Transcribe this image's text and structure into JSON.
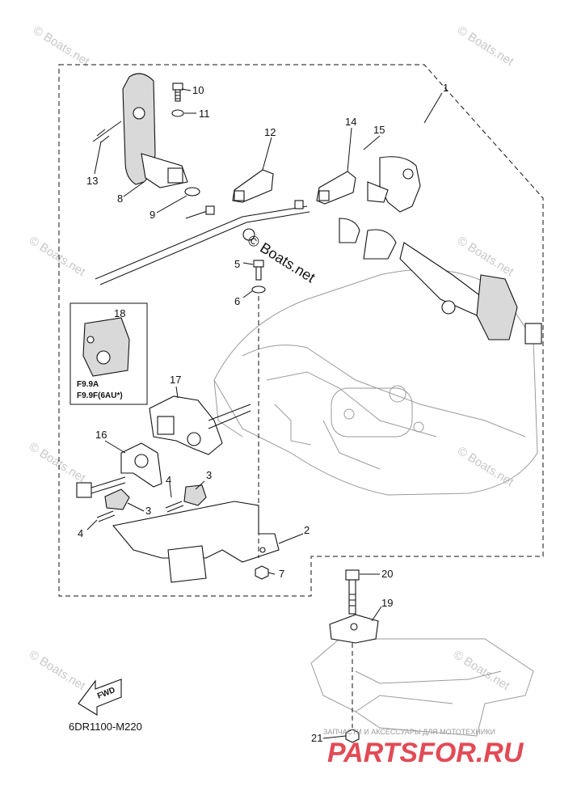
{
  "diagram": {
    "callouts": [
      "1",
      "2",
      "3",
      "3",
      "4",
      "4",
      "5",
      "6",
      "7",
      "8",
      "9",
      "10",
      "11",
      "12",
      "13",
      "14",
      "15",
      "16",
      "17",
      "18",
      "19",
      "20",
      "21"
    ],
    "inset_labels": [
      "F9.9A",
      "F9.9F(6AU*)"
    ],
    "fwd_label": "FWD",
    "drawing_code": "6DR1100-M220"
  },
  "watermarks": {
    "boats": "© Boats.net",
    "parts_banner": "ЗАПЧАСТИ И АКСЕССУАРЫ ДЛЯ МОТОТЕХНИКИ",
    "parts_logo": "PARTSFOR.RU"
  },
  "colors": {
    "ink": "#111111",
    "watermark": "#c8c8c8",
    "logo_red": "#e24a55"
  }
}
